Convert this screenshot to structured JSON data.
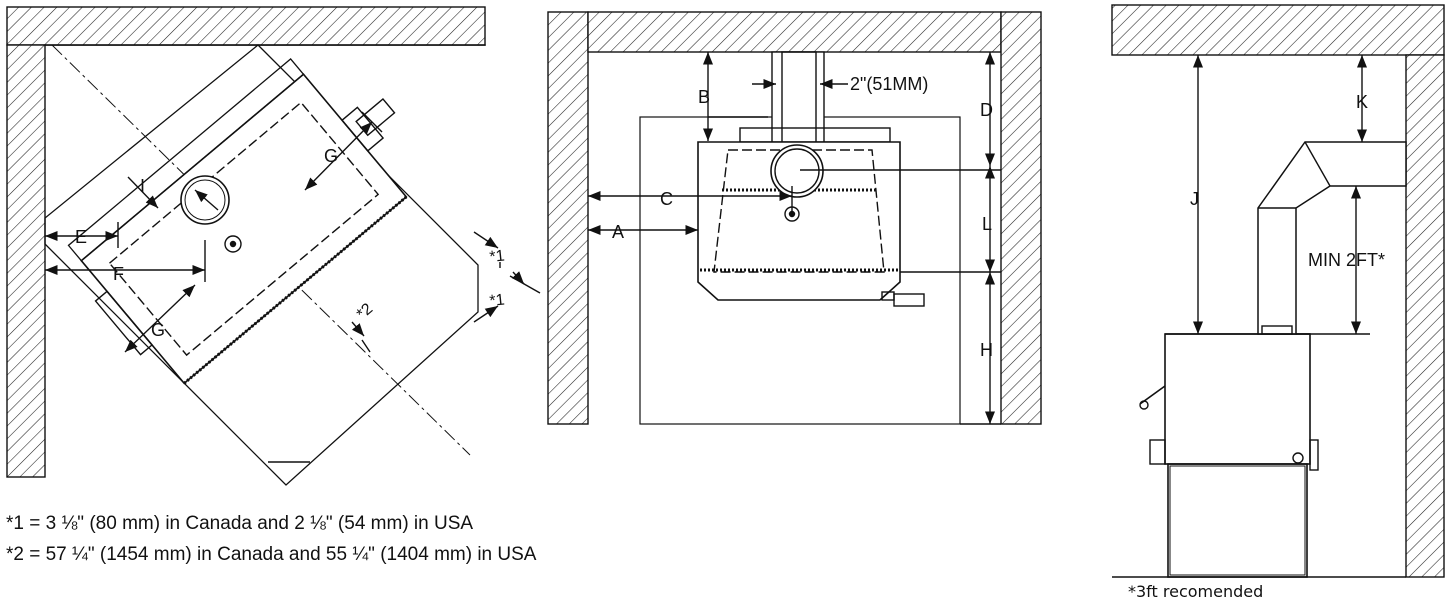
{
  "labels": {
    "a": "A",
    "b": "B",
    "c": "C",
    "d": "D",
    "e": "E",
    "f": "F",
    "g": "G",
    "h": "H",
    "i": "I",
    "j": "J",
    "k": "K",
    "l": "L",
    "star1": "*1",
    "star2": "*2",
    "pipe_width": "2\"(51MM)",
    "min_height": "MIN 2FT*"
  },
  "notes": {
    "note1": "*1 = 3 ⅛\" (80 mm) in Canada and 2 ⅛\" (54 mm) in USA",
    "note2": "*2 = 57 ¼\" (1454 mm) in Canada and 55 ¼\" (1404 mm) in USA",
    "footnote": "*3ft recomended"
  },
  "colors": {
    "line": "#111111",
    "paper": "#ffffff"
  }
}
